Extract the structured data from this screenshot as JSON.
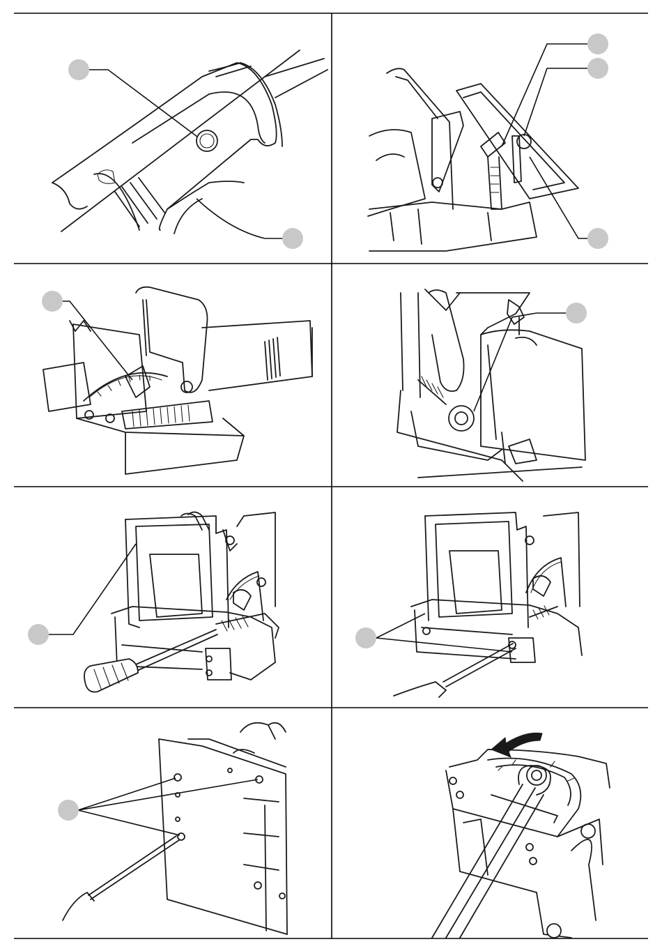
{
  "page": {
    "panels": [
      {
        "id": "handle-switch",
        "callouts": 2
      },
      {
        "id": "depth-fence",
        "callouts": 3
      },
      {
        "id": "angle-fence",
        "callouts": 1
      },
      {
        "id": "height-knob",
        "callouts": 1
      },
      {
        "id": "screwdriver-adjust",
        "callouts": 1
      },
      {
        "id": "screwdriver-base",
        "callouts": 1
      },
      {
        "id": "baseplate-screws",
        "callouts": 1
      },
      {
        "id": "blade-change",
        "callouts": 0
      }
    ]
  },
  "colors": {
    "callout_fill": "#c8c8c8",
    "line_art": "#1a1a1a",
    "frame_rule": "#000000",
    "background": "#ffffff"
  },
  "icons": [
    "callout-marker",
    "rotation-arrow-icon"
  ]
}
